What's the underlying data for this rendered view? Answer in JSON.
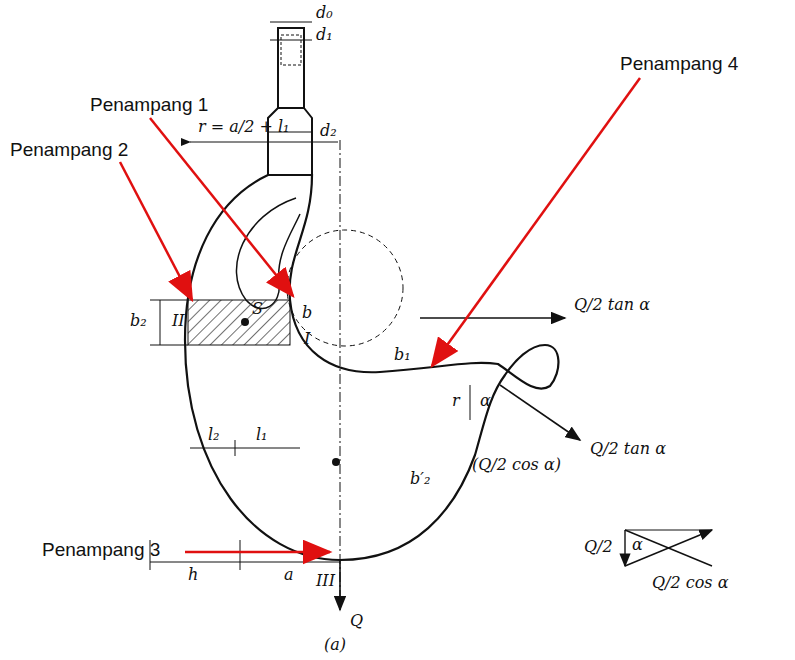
{
  "diagram": {
    "labels": [
      "Penampang 1",
      "Penampang 2",
      "Penampang 3",
      "Penampang 4",
      "d₀",
      "d₁",
      "d₂",
      "r = a/2 + l₁",
      "S",
      "II",
      "b₂",
      "b",
      "I",
      "b₁",
      "α",
      "r",
      "III",
      "l₂",
      "l₁",
      "h",
      "a",
      "Q",
      "(a)",
      "Q/2 tan α",
      "(Q/2 cos α)",
      "Q/2 tan α",
      "b′₂",
      "Q/2",
      "α",
      "Q/2 cos α"
    ]
  }
}
